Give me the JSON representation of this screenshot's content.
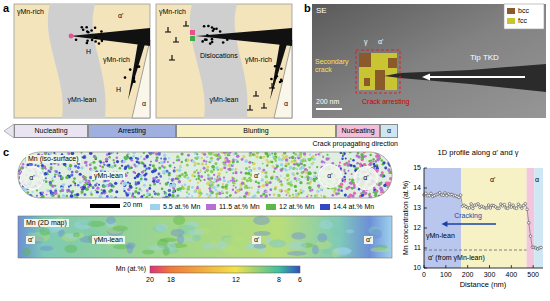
{
  "diagram": {
    "nodes": [
      {
        "text": [
          "Nucleating"
        ]
      },
      {
        "text": [
          "Arresting"
        ]
      },
      {
        "text": [
          "Blunting"
        ]
      },
      {
        "text": [
          "Nucleating"
        ]
      },
      {
        "text": [
          "α"
        ]
      },
      {
        "text": [
          "α'"
        ]
      },
      {
        "text": [
          "α'"
        ]
      },
      {
        "text": [
          "α'"
        ]
      }
    ],
    "labels": [
      "a",
      "γMn-rich",
      "α'",
      "H",
      "H",
      "γMn-rich",
      "γMn-lean",
      "α",
      "γMn-rich",
      "Dislocations",
      "γMn-lean",
      "γMn-rich",
      "α",
      "b",
      "SE",
      "γ",
      "α'",
      "Tip TKD",
      "Secondary crack",
      "Crack arresting",
      "200 nm",
      "c",
      "Crack propagating direction",
      "Mn (iso-surface)",
      "γMn-lean",
      "α'",
      "20 nm",
      "Mn (2D map)",
      "α'",
      "γMn-lean",
      "α'",
      "α'",
      "Mn (at.%)",
      "20",
      "18",
      "12",
      "8",
      "6",
      "1D profile along α' and γ",
      "Mn concentration (at.%)",
      "10",
      "11",
      "12",
      "13",
      "14",
      "15",
      "0",
      "100",
      "200",
      "300",
      "400",
      "500",
      "Distance (nm)",
      "Cracking",
      "γMn-lean",
      "α'",
      "α' (from γMn-lean)",
      "α"
    ],
    "legend": [
      {
        "text": "bcc",
        "color": "#8a5a2b"
      },
      {
        "text": "fcc",
        "color": "#c9c431"
      },
      {
        "text": "5.5 at.% Mn",
        "color": "#9ed3ee"
      },
      {
        "text": "11.5 at.% Mn",
        "color": "#b56fd6"
      },
      {
        "text": "12 at.% Mn",
        "color": "#5cb84a"
      },
      {
        "text": "14.4 at.% Mn",
        "color": "#3346c4"
      }
    ]
  }
}
